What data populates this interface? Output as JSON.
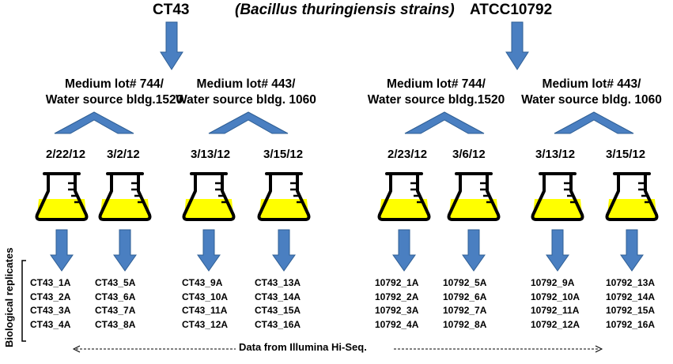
{
  "header": {
    "strain_left": "CT43",
    "subtitle": "(Bacillus thuringiensis strains)",
    "strain_right": "ATCC10792"
  },
  "groups": [
    {
      "medium_line1": "Medium lot# 744/",
      "medium_line2": "Water source bldg.1520",
      "dates": [
        "2/22/12",
        "3/2/12"
      ],
      "replicates": [
        [
          "CT43_1A",
          "CT43_2A",
          "CT43_3A",
          "CT43_4A"
        ],
        [
          "CT43_5A",
          "CT43_6A",
          "CT43_7A",
          "CT43_8A"
        ]
      ]
    },
    {
      "medium_line1": "Medium lot# 443/",
      "medium_line2": "Water source bldg. 1060",
      "dates": [
        "3/13/12",
        "3/15/12"
      ],
      "replicates": [
        [
          "CT43_9A",
          "CT43_10A",
          "CT43_11A",
          "CT43_12A"
        ],
        [
          "CT43_13A",
          "CT43_14A",
          "CT43_15A",
          "CT43_16A"
        ]
      ]
    },
    {
      "medium_line1": "Medium lot# 744/",
      "medium_line2": "Water source bldg.1520",
      "dates": [
        "2/23/12",
        "3/6/12"
      ],
      "replicates": [
        [
          "10792_1A",
          "10792_2A",
          "10792_3A",
          "10792_4A"
        ],
        [
          "10792_5A",
          "10792_6A",
          "10792_7A",
          "10792_8A"
        ]
      ]
    },
    {
      "medium_line1": "Medium lot# 443/",
      "medium_line2": "Water source bldg. 1060",
      "dates": [
        "3/13/12",
        "3/15/12"
      ],
      "replicates": [
        [
          "10792_9A",
          "10792_10A",
          "10792_11A",
          "10792_12A"
        ],
        [
          "10792_13A",
          "10792_14A",
          "10792_15A",
          "10792_16A"
        ]
      ]
    }
  ],
  "side_label": "Biological replicates",
  "footer": "Data from Illumina Hi-Seq.",
  "colors": {
    "arrow_fill": "#4a7fc1",
    "arrow_stroke": "#2f5f95",
    "liquid": "#ffff00",
    "flask_outline": "#000000"
  },
  "icons": [
    "down-arrow-icon",
    "chevron-up-icon",
    "flask-icon",
    "double-arrow-icon"
  ]
}
